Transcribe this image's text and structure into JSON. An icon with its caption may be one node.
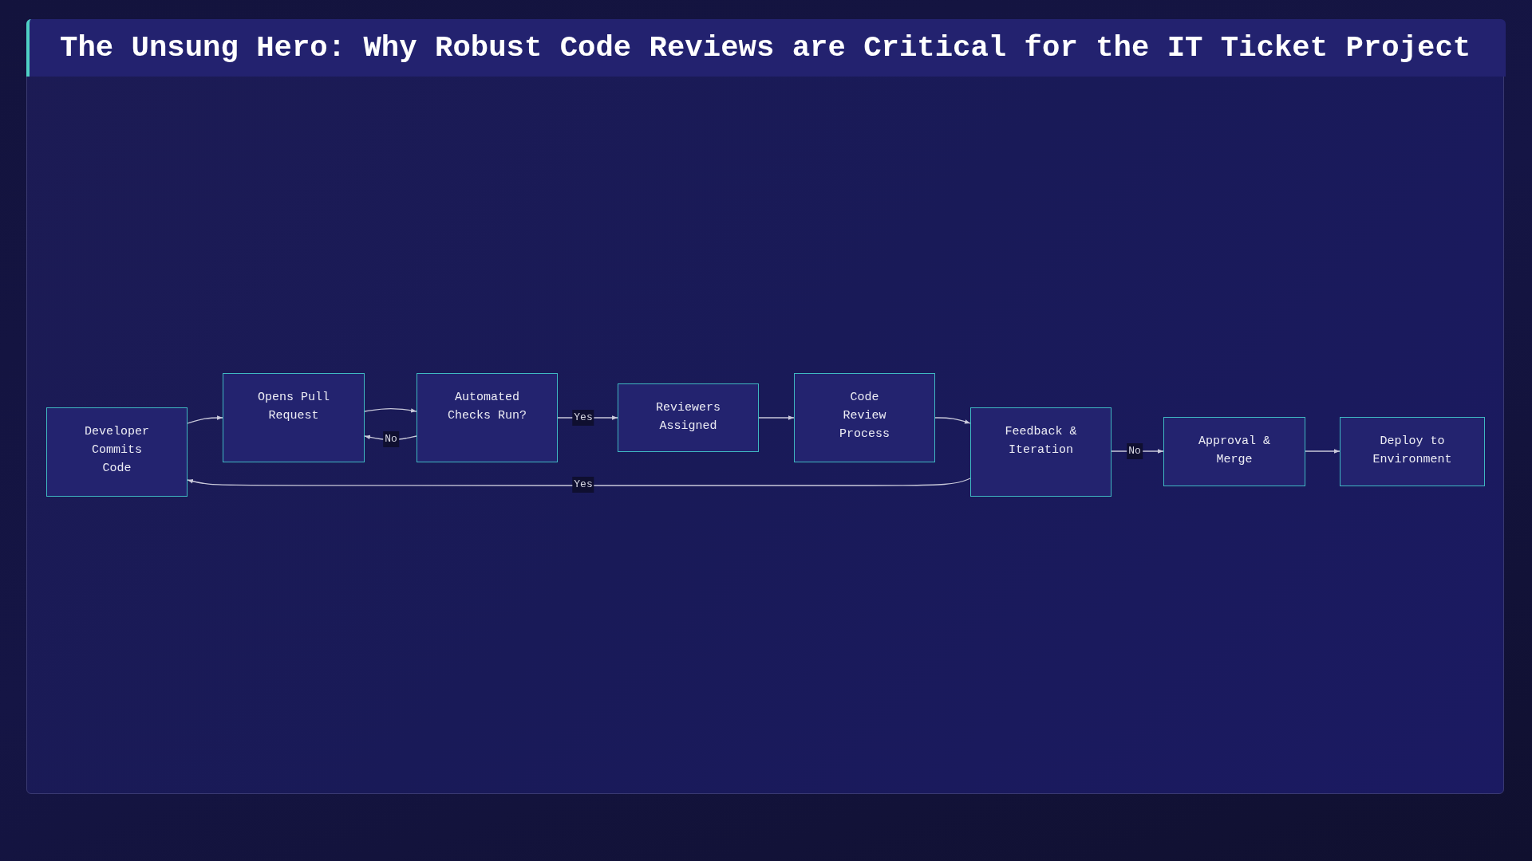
{
  "diagram": {
    "title": "The Unsung Hero: Why Robust Code Reviews are Critical for the IT Ticket Project",
    "nodes": [
      {
        "text": [
          "Developer Commits Code"
        ]
      },
      {
        "text": [
          "Opens Pull Request"
        ]
      },
      {
        "text": [
          "Automated Checks Run?"
        ]
      },
      {
        "text": [
          "Reviewers Assigned"
        ]
      },
      {
        "text": [
          "Code Review Process"
        ]
      },
      {
        "text": [
          "Feedback & Iteration"
        ]
      },
      {
        "text": [
          "Approval & Merge"
        ]
      },
      {
        "text": [
          "Deploy to Environment"
        ]
      }
    ],
    "edges": [
      {
        "from": 0,
        "to": 1,
        "arrow": "to"
      },
      {
        "from": 1,
        "to": 2,
        "arrow": "to"
      },
      {
        "from": 2,
        "to": 1,
        "arrow": "to",
        "label": "No"
      },
      {
        "from": 2,
        "to": 3,
        "arrow": "to",
        "label": "Yes"
      },
      {
        "from": 3,
        "to": 4,
        "arrow": "to"
      },
      {
        "from": 4,
        "to": 5,
        "arrow": "to"
      },
      {
        "from": 5,
        "to": 0,
        "arrow": "to",
        "label": "Yes"
      },
      {
        "from": 5,
        "to": 6,
        "arrow": "to",
        "label": "No"
      },
      {
        "from": 6,
        "to": 7,
        "arrow": "to"
      }
    ]
  }
}
